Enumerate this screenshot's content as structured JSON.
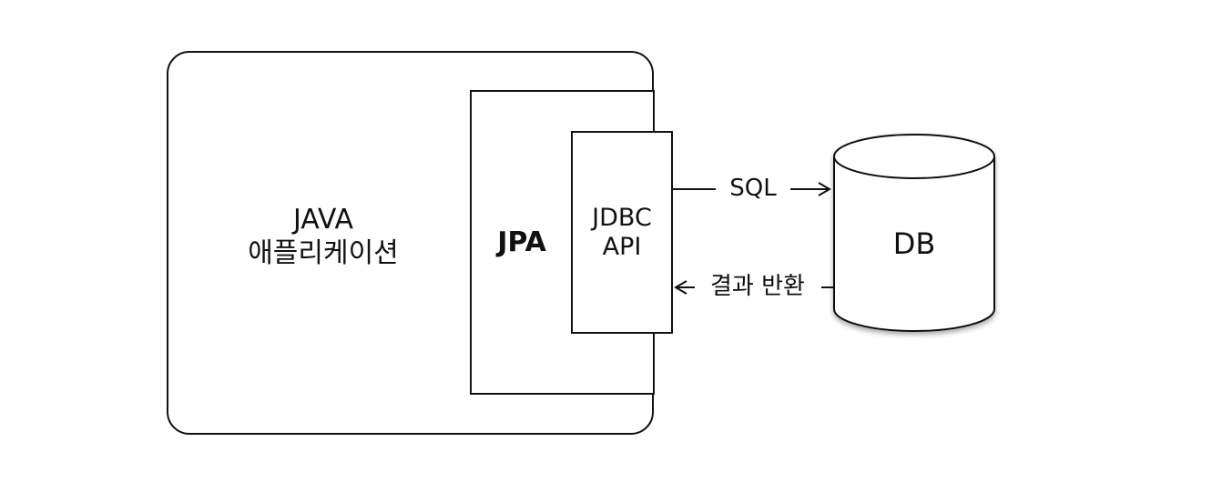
{
  "diagram": {
    "app_box": {
      "line1": "JAVA",
      "line2": "애플리케이션"
    },
    "jpa_box": {
      "label": "JPA"
    },
    "jdbc_box": {
      "line1": "JDBC",
      "line2": "API"
    },
    "db": {
      "label": "DB"
    },
    "arrows": {
      "sql": "SQL",
      "result": "결과 반환"
    }
  }
}
